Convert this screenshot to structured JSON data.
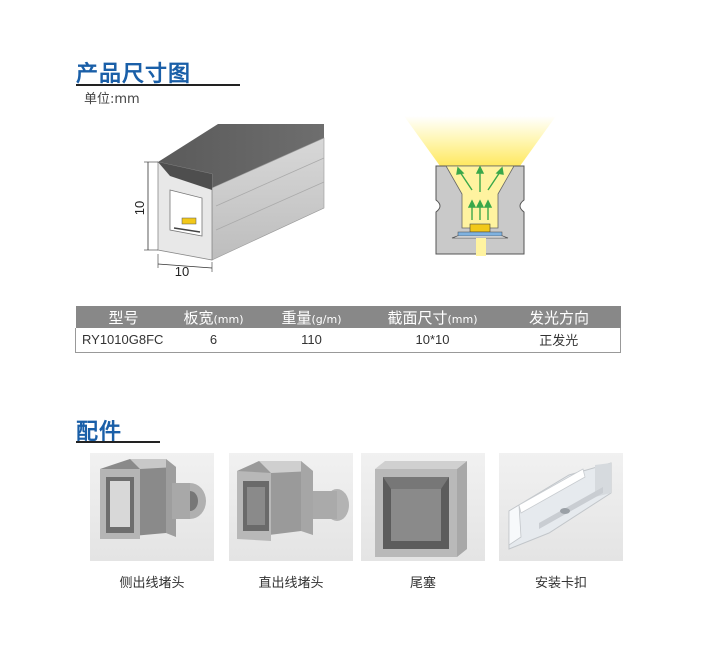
{
  "dimensions_section": {
    "title": "产品尺寸图",
    "unit": "单位:mm",
    "height_label": "10",
    "width_label": "10"
  },
  "spec_table": {
    "headers": [
      {
        "label": "型号",
        "unit": ""
      },
      {
        "label": "板宽",
        "unit": "(mm)"
      },
      {
        "label": "重量",
        "unit": "(g/m)"
      },
      {
        "label": "截面尺寸",
        "unit": "(mm)"
      },
      {
        "label": "发光方向",
        "unit": ""
      }
    ],
    "rows": [
      [
        "RY1010G8FC",
        "6",
        "110",
        "10*10",
        "正发光"
      ]
    ]
  },
  "accessories_section": {
    "title": "配件",
    "items": [
      {
        "label": "侧出线堵头"
      },
      {
        "label": "直出线堵头"
      },
      {
        "label": "尾塞"
      },
      {
        "label": "安装卡扣"
      }
    ]
  },
  "colors": {
    "title_blue": "#1a5fa8",
    "header_gray": "#888888",
    "glow_yellow": "#fff6a8",
    "arrow_green": "#3aa84a"
  }
}
